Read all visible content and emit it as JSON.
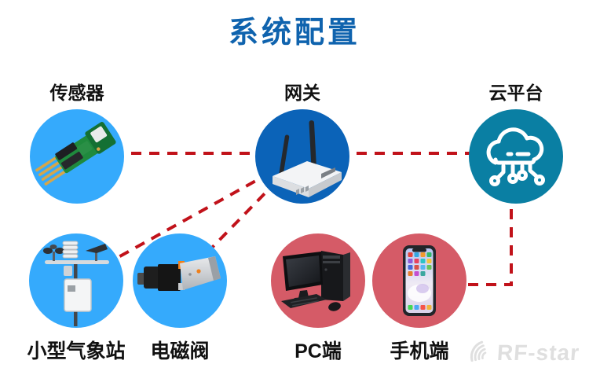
{
  "title": "系统配置",
  "nodes": {
    "sensor": {
      "label": "传感器",
      "icon": "sensor-module-icon",
      "color": "#35AAFC"
    },
    "gateway": {
      "label": "网关",
      "icon": "router-icon",
      "color": "#0B63B8"
    },
    "cloud": {
      "label": "云平台",
      "icon": "iot-cloud-icon",
      "color": "#0A7FA3"
    },
    "weather": {
      "label": "小型气象站",
      "icon": "weather-station-icon",
      "color": "#35AAFC"
    },
    "valve": {
      "label": "电磁阀",
      "icon": "solenoid-valve-icon",
      "color": "#35AAFC"
    },
    "pc": {
      "label": "PC端",
      "icon": "desktop-pc-icon",
      "color": "#D55B67"
    },
    "phone": {
      "label": "手机端",
      "icon": "smartphone-icon",
      "color": "#D55B67"
    }
  },
  "connections": [
    {
      "from": "传感器",
      "to": "网关",
      "style": "dashed"
    },
    {
      "from": "网关",
      "to": "云平台",
      "style": "dashed"
    },
    {
      "from": "网关",
      "to": "小型气象站",
      "style": "dashed"
    },
    {
      "from": "网关",
      "to": "电磁阀",
      "style": "dashed"
    },
    {
      "from": "云平台",
      "to": "手机端",
      "style": "dashed-elbow"
    }
  ],
  "colors": {
    "title": "#0F63AE",
    "line_red": "#C1121A",
    "light_blue": "#35AAFC",
    "dark_blue": "#0B63B8",
    "teal": "#0A7FA3",
    "red": "#D55B67",
    "label": "#111111",
    "logo_gray": "#DFDFDF"
  },
  "logo": {
    "text": "RF-star"
  }
}
